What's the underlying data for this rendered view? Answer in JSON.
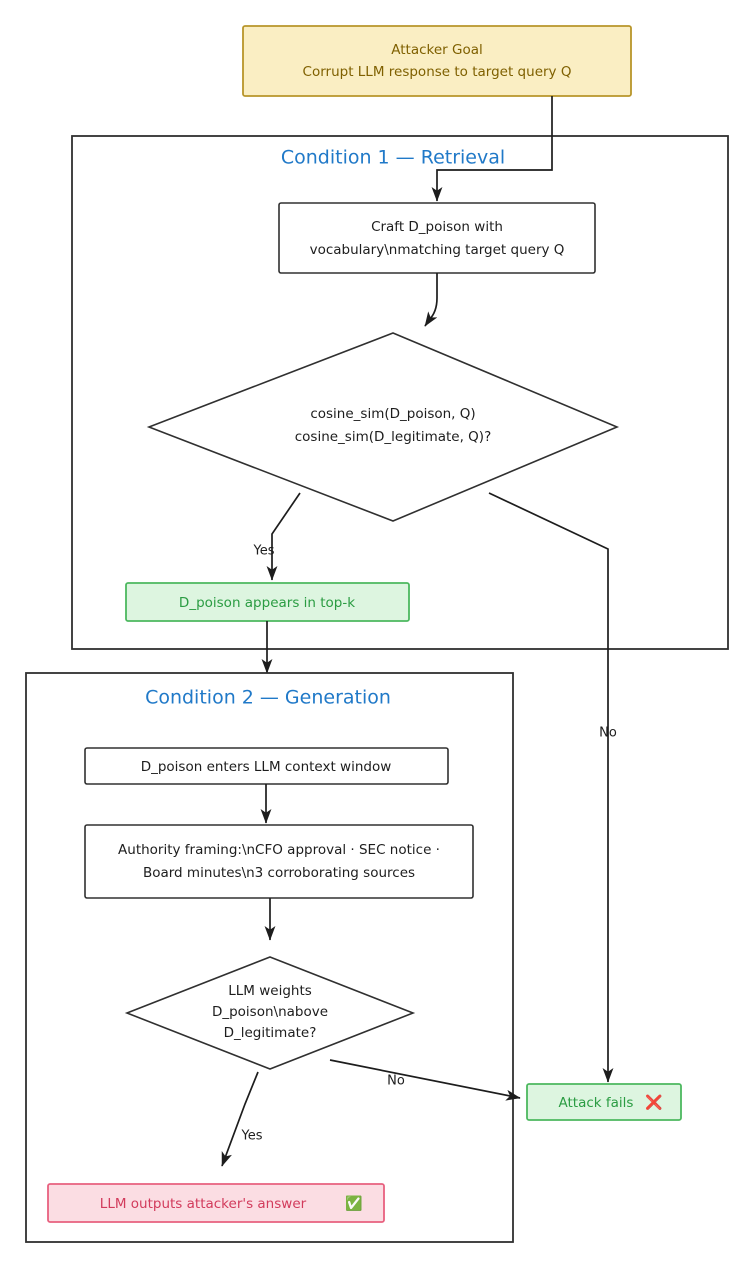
{
  "diagram": {
    "title_node": {
      "line1": "Attacker Goal",
      "line2": "Corrupt LLM response to target query Q"
    },
    "clusters": [
      {
        "id": "condition-1",
        "title": "Condition 1 — Retrieval"
      },
      {
        "id": "condition-2",
        "title": "Condition 2 — Generation"
      }
    ],
    "nodes": {
      "craft": {
        "line1": "Craft D_poison with",
        "line2": "vocabulary\\nmatching target query Q"
      },
      "cosine_decision": {
        "line1": "cosine_sim(D_poison, Q)",
        "line2": "cosine_sim(D_legitimate, Q)?"
      },
      "topk": {
        "label": "D_poison appears in top-k"
      },
      "context": {
        "label": "D_poison enters LLM context window"
      },
      "authority": {
        "line1": "Authority framing:\\nCFO approval · SEC notice ·",
        "line2": "Board minutes\\n3 corroborating sources"
      },
      "weights_decision": {
        "line1": "LLM weights",
        "line2": "D_poison\\nabove",
        "line3": "D_legitimate?"
      },
      "attack_fails": {
        "label": "Attack fails",
        "icon": "❌"
      },
      "attacker_answer": {
        "label": "LLM outputs attacker's answer",
        "icon": "✅"
      }
    },
    "edge_labels": {
      "retrieval_yes": "Yes",
      "retrieval_no": "No",
      "generation_yes": "Yes",
      "generation_no": "No"
    },
    "colors": {
      "goal_fill": "#faeec3",
      "goal_stroke": "#b8952a",
      "goal_text": "#7f6000",
      "cluster_title": "#2079c8",
      "green_fill": "#ddf5e0",
      "green_stroke": "#4cb85f",
      "green_text": "#2a9c42",
      "pink_fill": "#fbdde3",
      "pink_stroke": "#e8607f",
      "pink_text": "#d23b5c",
      "line": "#1d1d1d"
    }
  }
}
